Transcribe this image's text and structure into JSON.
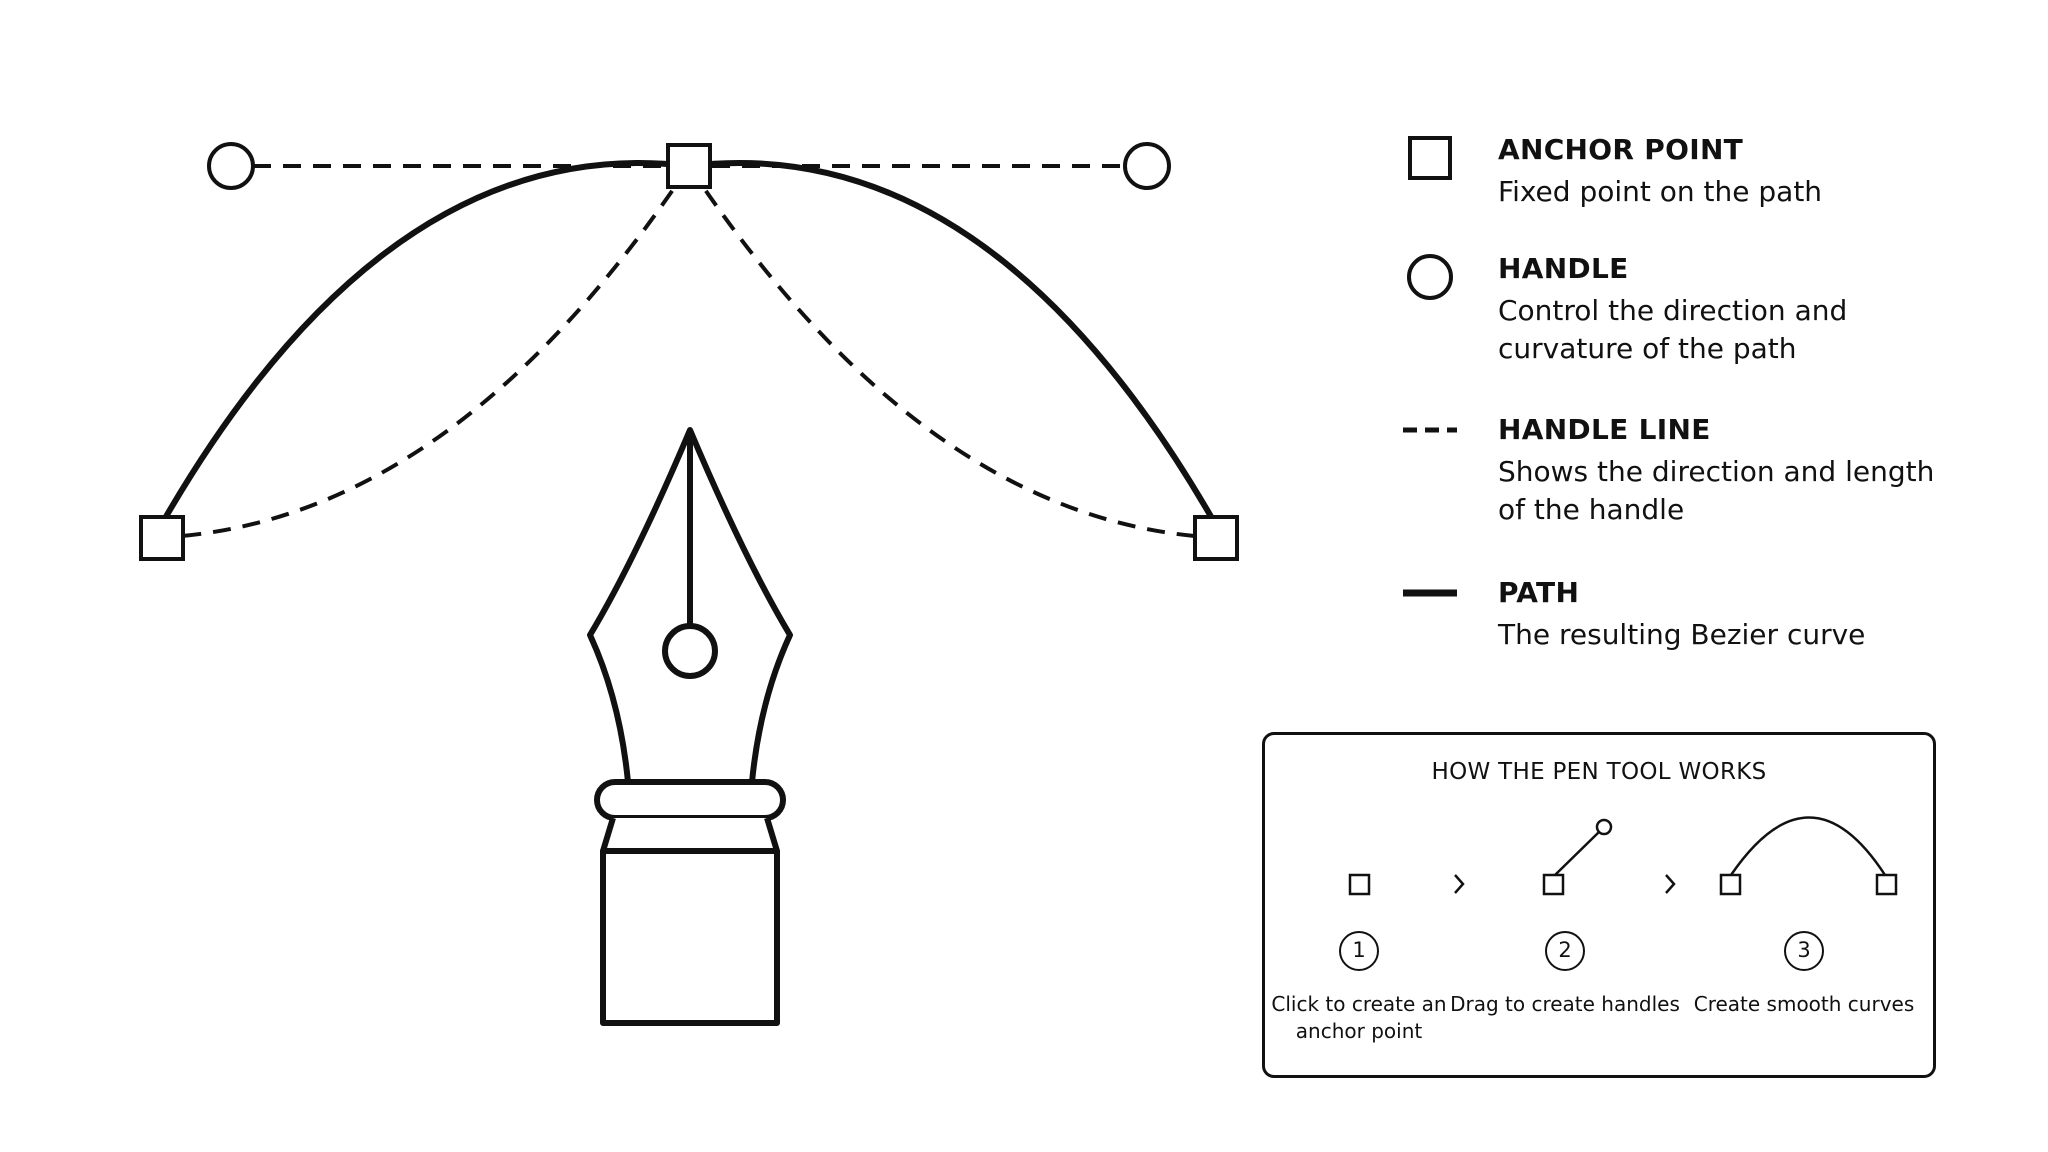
{
  "legend": [
    {
      "icon": "square-icon",
      "title": "ANCHOR POINT",
      "description": "Fixed point on the path"
    },
    {
      "icon": "circle-icon",
      "title": "HANDLE",
      "description": "Control the direction and curvature of the path"
    },
    {
      "icon": "dashed-line-icon",
      "title": "HANDLE LINE",
      "description": "Shows the direction and length of the handle"
    },
    {
      "icon": "solid-line-icon",
      "title": "PATH",
      "description": "The resulting Bezier curve"
    }
  ],
  "how_it_works": {
    "title": "HOW THE PEN TOOL WORKS",
    "steps": [
      {
        "number": "1",
        "label": "Click to create an anchor point"
      },
      {
        "number": "2",
        "label": "Drag to create handles"
      },
      {
        "number": "3",
        "label": "Create smooth curves"
      }
    ]
  },
  "colors": {
    "stroke": "#111111",
    "background": "#ffffff"
  }
}
